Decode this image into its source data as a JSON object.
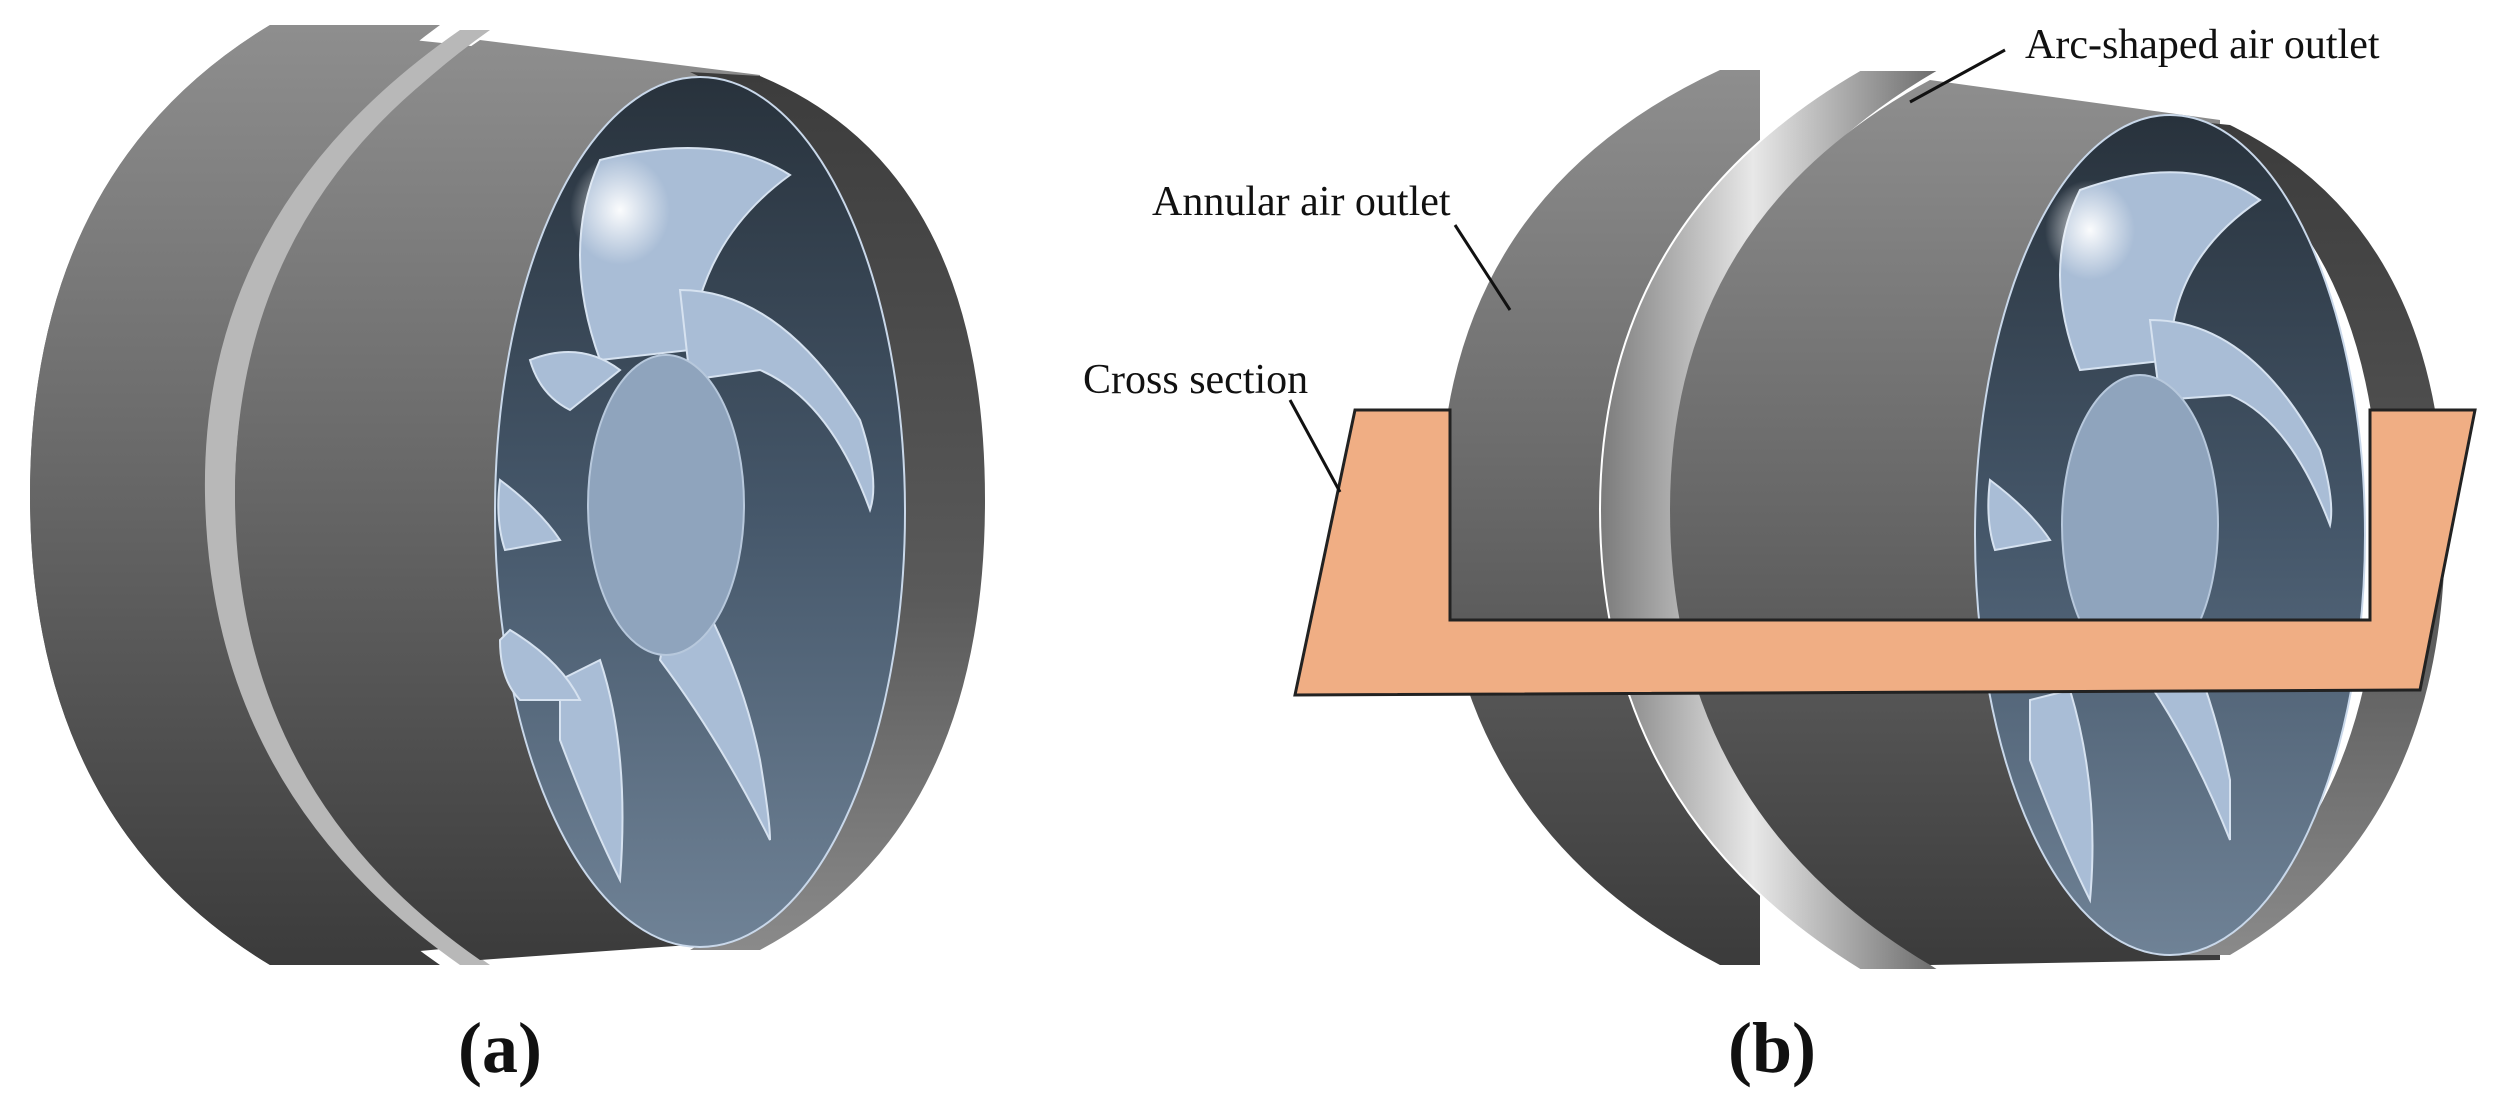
{
  "panels": [
    {
      "id": "a",
      "label": "(a)"
    },
    {
      "id": "b",
      "label": "(b)"
    }
  ],
  "annotations": {
    "arc_outlet": "Arc-shaped air outlet",
    "annular_outlet": "Annular air outlet",
    "cross_section": "Cross section"
  },
  "colors": {
    "housing_dark": "#3d3d3d",
    "housing_light": "#8c8c8c",
    "ring": "#b5b5b5",
    "blade": "#a9bdd6",
    "blade_edge": "#c9d8ea",
    "hub": "#8fa4bd",
    "interior_dark": "#2c3844",
    "cross_section": "#f0ae84"
  }
}
